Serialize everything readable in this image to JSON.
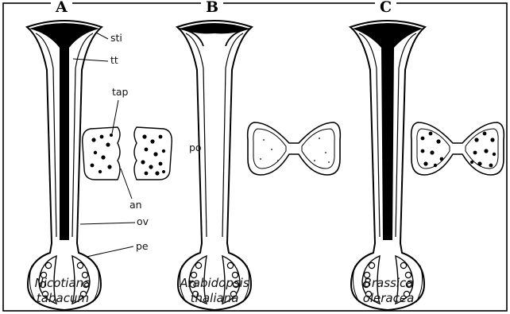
{
  "panels": [
    {
      "letter": "A",
      "species_line1": "Nicotiana",
      "species_line2": "tabacum"
    },
    {
      "letter": "B",
      "species_line1": "Arabidopsis",
      "species_line2": "thaliana"
    },
    {
      "letter": "C",
      "species_line1": "Brassica",
      "species_line2": "oleracea"
    }
  ],
  "labels": {
    "sti": "sti",
    "tt": "tt",
    "tap": "tap",
    "an": "an",
    "ov": "ov",
    "pe": "pe",
    "po": "po"
  },
  "colors": {
    "ink": "#000000",
    "paper": "#ffffff"
  }
}
